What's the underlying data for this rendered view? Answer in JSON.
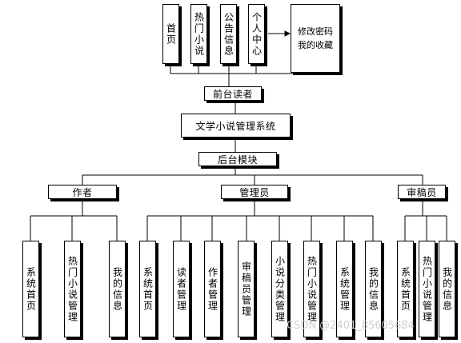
{
  "top_nav": [
    {
      "label": "首页"
    },
    {
      "label": "热门小说"
    },
    {
      "label": "公告信息"
    },
    {
      "label": "个人中心"
    }
  ],
  "collection_box": "修改密码\n我的收藏",
  "front_reader": "前台读者",
  "system": "文学小说管理系统",
  "backend": "后台模块",
  "roles": {
    "author": "作者",
    "admin": "管理员",
    "reviewer": "审稿员"
  },
  "author_items": [
    {
      "label": "系统首页"
    },
    {
      "label": "热门小说管理"
    },
    {
      "label": "我的信息"
    }
  ],
  "admin_items": [
    {
      "label": "系统首页"
    },
    {
      "label": "读者管理"
    },
    {
      "label": "作者管理"
    },
    {
      "label": "审稿员管理"
    },
    {
      "label": "小说分类管理"
    },
    {
      "label": "热门小说管理"
    },
    {
      "label": "系统管理"
    },
    {
      "label": "我的信息"
    }
  ],
  "reviewer_items": [
    {
      "label": "系统首页"
    },
    {
      "label": "热门小说管理"
    },
    {
      "label": "我的信息"
    }
  ],
  "watermark": "CSDN @2401_85605684"
}
